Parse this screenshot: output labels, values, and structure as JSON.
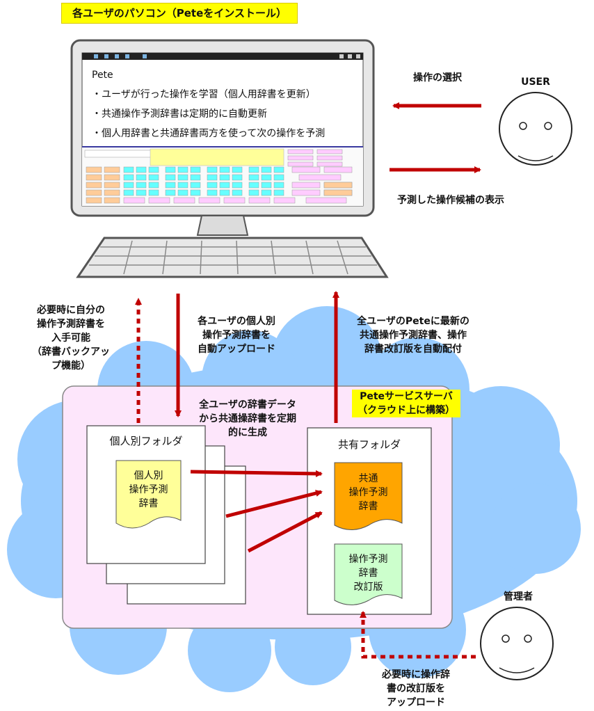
{
  "title": "各ユーザのパソコン（Peteをインストール）",
  "screen": {
    "app_name": "Pete",
    "bullets": [
      "・ユーザが行った操作を学習（個人用辞書を更新）",
      "・共通操作予測辞書は定期的に自動更新",
      "・個人用辞書と共通辞書両方を使って次の操作を予測"
    ]
  },
  "user": {
    "name": "USER",
    "select_label": "操作の選択",
    "display_label": "予測した操作候補の表示"
  },
  "arrows": {
    "download_label": [
      "必要時に自分の",
      "操作予測辞書を",
      "入手可能",
      "（辞書バックアッ",
      "プ機能）"
    ],
    "upload_label": [
      "各ユーザの個人別",
      "操作予測辞書を",
      "自動アップロード"
    ],
    "distribute_label": [
      "全ユーザのPeteに最新の",
      "共通操作予測辞書、操作",
      "辞書改訂版を自動配付"
    ],
    "generate_label": [
      "全ユーザの辞書データ",
      "から共通操辞書を定期",
      "的に生成"
    ]
  },
  "server": {
    "label": [
      "Peteサービスサーバ",
      "（クラウド上に構築）"
    ]
  },
  "personal_folder": {
    "title": "個人別フォルダ",
    "doc": [
      "個人別",
      "操作予測",
      "辞書"
    ]
  },
  "shared_folder": {
    "title": "共有フォルダ",
    "common_doc": [
      "共通",
      "操作予測",
      "辞書"
    ],
    "revised_doc": [
      "操作予測",
      "辞書",
      "改訂版"
    ]
  },
  "admin": {
    "name": "管理者",
    "upload_label": [
      "必要時に操作辞",
      "書の改訂版を",
      "アップロード"
    ]
  },
  "colors": {
    "arrow_red": "#c00000",
    "cloud_blue": "#99ccff",
    "server_pink": "#fde6fb",
    "doc_yellow": "#ffff99",
    "doc_orange": "#ffa500",
    "doc_green": "#ccffcc",
    "highlight_yellow": "#ffff00",
    "keyboard_cyan": "#66ffff",
    "keyboard_orange": "#ffcc99",
    "keyboard_purple": "#ffccff"
  }
}
